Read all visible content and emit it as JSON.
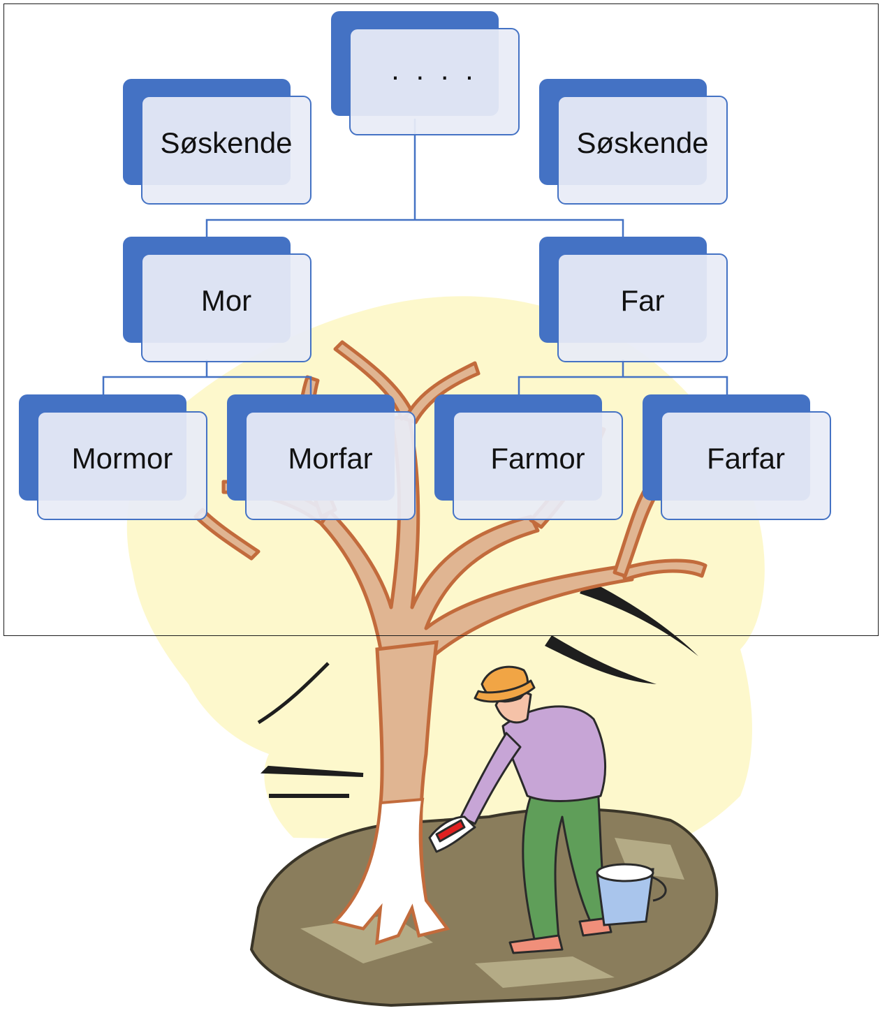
{
  "diagram": {
    "root": {
      "label": ". . . ."
    },
    "siblings": [
      {
        "id": "sibling-left",
        "label": "Søskende"
      },
      {
        "id": "sibling-right",
        "label": "Søskende"
      }
    ],
    "parents": [
      {
        "id": "mother",
        "label": "Mor"
      },
      {
        "id": "father",
        "label": "Far"
      }
    ],
    "grandparents": [
      {
        "id": "maternal-grandmother",
        "label": "Mormor"
      },
      {
        "id": "maternal-grandfather",
        "label": "Morfar"
      },
      {
        "id": "paternal-grandmother",
        "label": "Farmor"
      },
      {
        "id": "paternal-grandfather",
        "label": "Farfar"
      }
    ]
  },
  "colors": {
    "box_back": "#4472c4",
    "box_front": "#e8ecf6",
    "connector": "#4472c4",
    "clipart_background": "#fdf8cc",
    "tree_bark": "#e0b592",
    "ground": "#8a7d5c"
  },
  "illustration": {
    "subject": "man-painting-tree-trunk-clipart",
    "icons": [
      "tree-icon",
      "gardener-icon",
      "paint-bucket-icon"
    ]
  }
}
